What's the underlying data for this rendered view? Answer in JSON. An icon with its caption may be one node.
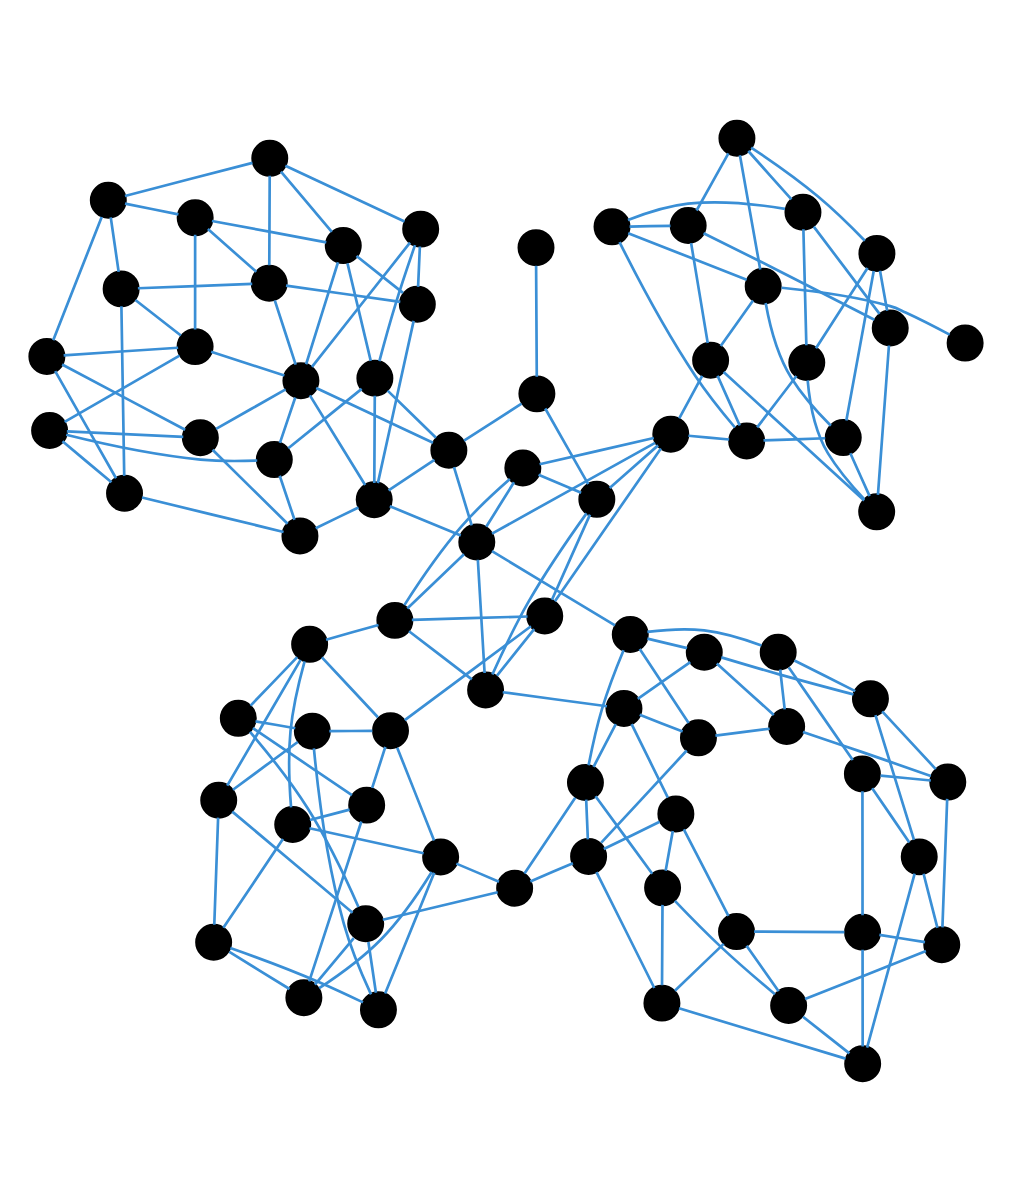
{
  "diagram": {
    "nodes": [
      {
        "text": [],
        "shape": "circle"
      },
      {
        "text": [],
        "shape": "circle"
      },
      {
        "text": [],
        "shape": "circle"
      },
      {
        "text": [],
        "shape": "circle"
      },
      {
        "text": [],
        "shape": "circle"
      },
      {
        "text": [],
        "shape": "circle"
      },
      {
        "text": [],
        "shape": "circle"
      },
      {
        "text": [],
        "shape": "circle"
      },
      {
        "text": [],
        "shape": "circle"
      },
      {
        "text": [],
        "shape": "circle"
      },
      {
        "text": [],
        "shape": "circle"
      },
      {
        "text": [],
        "shape": "circle"
      },
      {
        "text": [],
        "shape": "circle"
      },
      {
        "text": [],
        "shape": "circle"
      },
      {
        "text": [],
        "shape": "circle"
      },
      {
        "text": [],
        "shape": "circle"
      },
      {
        "text": [],
        "shape": "circle"
      },
      {
        "text": [],
        "shape": "circle"
      },
      {
        "text": [],
        "shape": "circle"
      },
      {
        "text": [],
        "shape": "circle"
      },
      {
        "text": [],
        "shape": "circle"
      },
      {
        "text": [],
        "shape": "circle"
      },
      {
        "text": [],
        "shape": "circle"
      },
      {
        "text": [],
        "shape": "circle"
      },
      {
        "text": [],
        "shape": "circle"
      },
      {
        "text": [],
        "shape": "circle"
      },
      {
        "text": [],
        "shape": "circle"
      },
      {
        "text": [],
        "shape": "circle"
      },
      {
        "text": [],
        "shape": "circle"
      },
      {
        "text": [],
        "shape": "circle"
      },
      {
        "text": [],
        "shape": "circle"
      },
      {
        "text": [],
        "shape": "circle"
      },
      {
        "text": [],
        "shape": "circle"
      },
      {
        "text": [],
        "shape": "circle"
      },
      {
        "text": [],
        "shape": "circle"
      },
      {
        "text": [],
        "shape": "circle"
      },
      {
        "text": [],
        "shape": "circle"
      },
      {
        "text": [],
        "shape": "circle"
      },
      {
        "text": [],
        "shape": "circle"
      },
      {
        "text": [],
        "shape": "circle"
      },
      {
        "text": [],
        "shape": "circle"
      },
      {
        "text": [],
        "shape": "circle"
      },
      {
        "text": [],
        "shape": "circle"
      },
      {
        "text": [],
        "shape": "circle"
      },
      {
        "text": [],
        "shape": "circle"
      },
      {
        "text": [],
        "shape": "circle"
      },
      {
        "text": [],
        "shape": "circle"
      },
      {
        "text": [],
        "shape": "circle"
      },
      {
        "text": [],
        "shape": "circle"
      },
      {
        "text": [],
        "shape": "circle"
      },
      {
        "text": [],
        "shape": "circle"
      },
      {
        "text": [],
        "shape": "circle"
      },
      {
        "text": [],
        "shape": "circle"
      },
      {
        "text": [],
        "shape": "circle"
      },
      {
        "text": [],
        "shape": "circle"
      },
      {
        "text": [],
        "shape": "circle"
      },
      {
        "text": [],
        "shape": "circle"
      },
      {
        "text": [],
        "shape": "circle"
      },
      {
        "text": [],
        "shape": "circle"
      },
      {
        "text": [],
        "shape": "circle"
      },
      {
        "text": [],
        "shape": "circle"
      },
      {
        "text": [],
        "shape": "circle"
      },
      {
        "text": [],
        "shape": "circle"
      },
      {
        "text": [],
        "shape": "circle"
      },
      {
        "text": [],
        "shape": "circle"
      },
      {
        "text": [],
        "shape": "circle"
      },
      {
        "text": [],
        "shape": "circle"
      },
      {
        "text": [],
        "shape": "circle"
      },
      {
        "text": [],
        "shape": "circle"
      },
      {
        "text": [],
        "shape": "circle"
      },
      {
        "text": [],
        "shape": "circle"
      },
      {
        "text": [],
        "shape": "circle"
      },
      {
        "text": [],
        "shape": "circle"
      },
      {
        "text": [],
        "shape": "circle"
      }
    ],
    "edges": [
      {
        "from": 0,
        "to": 1,
        "arrow": "none"
      },
      {
        "from": 1,
        "to": 2,
        "arrow": "none"
      },
      {
        "from": 2,
        "to": 3,
        "arrow": "none"
      },
      {
        "from": 3,
        "to": 4,
        "arrow": "none"
      },
      {
        "from": 4,
        "to": 5,
        "arrow": "none"
      },
      {
        "from": 5,
        "to": 6,
        "arrow": "none"
      },
      {
        "from": 6,
        "to": 7,
        "arrow": "none"
      },
      {
        "from": 7,
        "to": 8,
        "arrow": "none"
      },
      {
        "from": 8,
        "to": 9,
        "arrow": "none"
      },
      {
        "from": 9,
        "to": 10,
        "arrow": "none"
      },
      {
        "from": 10,
        "to": 11,
        "arrow": "none"
      },
      {
        "from": 11,
        "to": 0,
        "arrow": "none"
      },
      {
        "from": 0,
        "to": 3,
        "arrow": "none"
      },
      {
        "from": 1,
        "to": 4,
        "arrow": "none"
      },
      {
        "from": 2,
        "to": 5,
        "arrow": "none"
      },
      {
        "from": 3,
        "to": 6,
        "arrow": "none"
      },
      {
        "from": 4,
        "to": 7,
        "arrow": "none"
      },
      {
        "from": 5,
        "to": 8,
        "arrow": "none"
      },
      {
        "from": 6,
        "to": 9,
        "arrow": "none"
      },
      {
        "from": 7,
        "to": 10,
        "arrow": "none"
      },
      {
        "from": 8,
        "to": 11,
        "arrow": "none"
      },
      {
        "from": 9,
        "to": 0,
        "arrow": "none"
      },
      {
        "from": 10,
        "to": 1,
        "arrow": "none"
      },
      {
        "from": 11,
        "to": 2,
        "arrow": "none"
      },
      {
        "from": 13,
        "to": 14,
        "arrow": "none"
      },
      {
        "from": 14,
        "to": 15,
        "arrow": "none"
      },
      {
        "from": 15,
        "to": 16,
        "arrow": "none"
      },
      {
        "from": 16,
        "to": 17,
        "arrow": "none"
      },
      {
        "from": 17,
        "to": 18,
        "arrow": "none"
      },
      {
        "from": 18,
        "to": 19,
        "arrow": "none"
      },
      {
        "from": 19,
        "to": 20,
        "arrow": "none"
      },
      {
        "from": 20,
        "to": 21,
        "arrow": "none"
      },
      {
        "from": 21,
        "to": 22,
        "arrow": "none"
      },
      {
        "from": 22,
        "to": 23,
        "arrow": "none"
      },
      {
        "from": 23,
        "to": 24,
        "arrow": "none"
      },
      {
        "from": 24,
        "to": 25,
        "arrow": "none"
      },
      {
        "from": 25,
        "to": 26,
        "arrow": "none"
      },
      {
        "from": 26,
        "to": 27,
        "arrow": "none"
      },
      {
        "from": 27,
        "to": 28,
        "arrow": "none"
      },
      {
        "from": 28,
        "to": 29,
        "arrow": "none"
      },
      {
        "from": 29,
        "to": 30,
        "arrow": "none"
      },
      {
        "from": 30,
        "to": 31,
        "arrow": "none"
      },
      {
        "from": 31,
        "to": 32,
        "arrow": "none"
      },
      {
        "from": 32,
        "to": 13,
        "arrow": "none"
      },
      {
        "from": 13,
        "to": 16,
        "arrow": "none"
      },
      {
        "from": 14,
        "to": 17,
        "arrow": "none"
      },
      {
        "from": 15,
        "to": 18,
        "arrow": "none"
      },
      {
        "from": 16,
        "to": 19,
        "arrow": "none"
      },
      {
        "from": 17,
        "to": 20,
        "arrow": "none"
      },
      {
        "from": 18,
        "to": 21,
        "arrow": "none"
      },
      {
        "from": 19,
        "to": 22,
        "arrow": "none"
      },
      {
        "from": 20,
        "to": 23,
        "arrow": "none"
      },
      {
        "from": 21,
        "to": 24,
        "arrow": "none"
      },
      {
        "from": 22,
        "to": 25,
        "arrow": "none"
      },
      {
        "from": 23,
        "to": 26,
        "arrow": "none"
      },
      {
        "from": 24,
        "to": 27,
        "arrow": "none"
      },
      {
        "from": 25,
        "to": 28,
        "arrow": "none"
      },
      {
        "from": 26,
        "to": 29,
        "arrow": "none"
      },
      {
        "from": 27,
        "to": 30,
        "arrow": "none"
      },
      {
        "from": 28,
        "to": 31,
        "arrow": "none"
      },
      {
        "from": 29,
        "to": 32,
        "arrow": "none"
      },
      {
        "from": 30,
        "to": 13,
        "arrow": "none"
      },
      {
        "from": 31,
        "to": 14,
        "arrow": "none"
      },
      {
        "from": 32,
        "to": 15,
        "arrow": "none"
      },
      {
        "from": 33,
        "to": 34,
        "arrow": "none"
      },
      {
        "from": 34,
        "to": 35,
        "arrow": "none"
      },
      {
        "from": 35,
        "to": 36,
        "arrow": "none"
      },
      {
        "from": 36,
        "to": 37,
        "arrow": "none"
      },
      {
        "from": 37,
        "to": 38,
        "arrow": "none"
      },
      {
        "from": 38,
        "to": 39,
        "arrow": "none"
      },
      {
        "from": 39,
        "to": 33,
        "arrow": "none"
      },
      {
        "from": 33,
        "to": 36,
        "arrow": "none"
      },
      {
        "from": 34,
        "to": 37,
        "arrow": "none"
      },
      {
        "from": 35,
        "to": 38,
        "arrow": "none"
      },
      {
        "from": 36,
        "to": 39,
        "arrow": "none"
      },
      {
        "from": 37,
        "to": 33,
        "arrow": "none"
      },
      {
        "from": 38,
        "to": 34,
        "arrow": "none"
      },
      {
        "from": 39,
        "to": 35,
        "arrow": "none"
      },
      {
        "from": 43,
        "to": 44,
        "arrow": "none"
      },
      {
        "from": 44,
        "to": 45,
        "arrow": "none"
      },
      {
        "from": 45,
        "to": 46,
        "arrow": "none"
      },
      {
        "from": 46,
        "to": 47,
        "arrow": "none"
      },
      {
        "from": 47,
        "to": 48,
        "arrow": "none"
      },
      {
        "from": 48,
        "to": 49,
        "arrow": "none"
      },
      {
        "from": 49,
        "to": 50,
        "arrow": "none"
      },
      {
        "from": 50,
        "to": 51,
        "arrow": "none"
      },
      {
        "from": 51,
        "to": 52,
        "arrow": "none"
      },
      {
        "from": 52,
        "to": 53,
        "arrow": "none"
      },
      {
        "from": 53,
        "to": 54,
        "arrow": "none"
      },
      {
        "from": 54,
        "to": 43,
        "arrow": "none"
      },
      {
        "from": 43,
        "to": 46,
        "arrow": "none"
      },
      {
        "from": 44,
        "to": 47,
        "arrow": "none"
      },
      {
        "from": 45,
        "to": 48,
        "arrow": "none"
      },
      {
        "from": 46,
        "to": 49,
        "arrow": "none"
      },
      {
        "from": 47,
        "to": 50,
        "arrow": "none"
      },
      {
        "from": 48,
        "to": 51,
        "arrow": "none"
      },
      {
        "from": 49,
        "to": 52,
        "arrow": "none"
      },
      {
        "from": 50,
        "to": 53,
        "arrow": "none"
      },
      {
        "from": 51,
        "to": 54,
        "arrow": "none"
      },
      {
        "from": 52,
        "to": 43,
        "arrow": "none"
      },
      {
        "from": 53,
        "to": 44,
        "arrow": "none"
      },
      {
        "from": 54,
        "to": 45,
        "arrow": "none"
      },
      {
        "from": 56,
        "to": 57,
        "arrow": "none"
      },
      {
        "from": 57,
        "to": 58,
        "arrow": "none"
      },
      {
        "from": 58,
        "to": 59,
        "arrow": "none"
      },
      {
        "from": 59,
        "to": 60,
        "arrow": "none"
      },
      {
        "from": 60,
        "to": 61,
        "arrow": "none"
      },
      {
        "from": 61,
        "to": 62,
        "arrow": "none"
      },
      {
        "from": 62,
        "to": 63,
        "arrow": "none"
      },
      {
        "from": 63,
        "to": 64,
        "arrow": "none"
      },
      {
        "from": 64,
        "to": 65,
        "arrow": "none"
      },
      {
        "from": 65,
        "to": 66,
        "arrow": "none"
      },
      {
        "from": 66,
        "to": 67,
        "arrow": "none"
      },
      {
        "from": 67,
        "to": 68,
        "arrow": "none"
      },
      {
        "from": 68,
        "to": 69,
        "arrow": "none"
      },
      {
        "from": 69,
        "to": 70,
        "arrow": "none"
      },
      {
        "from": 70,
        "to": 71,
        "arrow": "none"
      },
      {
        "from": 71,
        "to": 72,
        "arrow": "none"
      },
      {
        "from": 72,
        "to": 73,
        "arrow": "none"
      },
      {
        "from": 73,
        "to": 56,
        "arrow": "none"
      },
      {
        "from": 56,
        "to": 59,
        "arrow": "none"
      },
      {
        "from": 57,
        "to": 60,
        "arrow": "none"
      },
      {
        "from": 58,
        "to": 61,
        "arrow": "none"
      },
      {
        "from": 59,
        "to": 62,
        "arrow": "none"
      },
      {
        "from": 60,
        "to": 63,
        "arrow": "none"
      },
      {
        "from": 61,
        "to": 64,
        "arrow": "none"
      },
      {
        "from": 62,
        "to": 65,
        "arrow": "none"
      },
      {
        "from": 63,
        "to": 66,
        "arrow": "none"
      },
      {
        "from": 64,
        "to": 67,
        "arrow": "none"
      },
      {
        "from": 65,
        "to": 68,
        "arrow": "none"
      },
      {
        "from": 66,
        "to": 69,
        "arrow": "none"
      },
      {
        "from": 67,
        "to": 70,
        "arrow": "none"
      },
      {
        "from": 68,
        "to": 71,
        "arrow": "none"
      },
      {
        "from": 69,
        "to": 72,
        "arrow": "none"
      },
      {
        "from": 70,
        "to": 73,
        "arrow": "none"
      },
      {
        "from": 71,
        "to": 56,
        "arrow": "none"
      },
      {
        "from": 72,
        "to": 57,
        "arrow": "none"
      },
      {
        "from": 73,
        "to": 58,
        "arrow": "none"
      },
      {
        "from": 73,
        "to": 60,
        "arrow": "none"
      },
      {
        "from": 73,
        "to": 62,
        "arrow": "none"
      },
      {
        "from": 73,
        "to": 66,
        "arrow": "none"
      },
      {
        "from": 3,
        "to": 12,
        "arrow": "none"
      },
      {
        "from": 7,
        "to": 12,
        "arrow": "none"
      },
      {
        "from": 12,
        "to": 13,
        "arrow": "none"
      },
      {
        "from": 12,
        "to": 14,
        "arrow": "none"
      },
      {
        "from": 10,
        "to": 33,
        "arrow": "none"
      },
      {
        "from": 11,
        "to": 34,
        "arrow": "none"
      },
      {
        "from": 32,
        "to": 37,
        "arrow": "none"
      },
      {
        "from": 30,
        "to": 38,
        "arrow": "none"
      },
      {
        "from": 40,
        "to": 41,
        "arrow": "none"
      },
      {
        "from": 41,
        "to": 36,
        "arrow": "none"
      },
      {
        "from": 41,
        "to": 42,
        "arrow": "none"
      },
      {
        "from": 42,
        "to": 38,
        "arrow": "none"
      },
      {
        "from": 38,
        "to": 56,
        "arrow": "none"
      },
      {
        "from": 39,
        "to": 43,
        "arrow": "none"
      },
      {
        "from": 39,
        "to": 44,
        "arrow": "none"
      },
      {
        "from": 54,
        "to": 55,
        "arrow": "none"
      },
      {
        "from": 42,
        "to": 56,
        "arrow": "none"
      },
      {
        "from": 42,
        "to": 73,
        "arrow": "none"
      },
      {
        "from": 42,
        "to": 57,
        "arrow": "none"
      }
    ]
  }
}
